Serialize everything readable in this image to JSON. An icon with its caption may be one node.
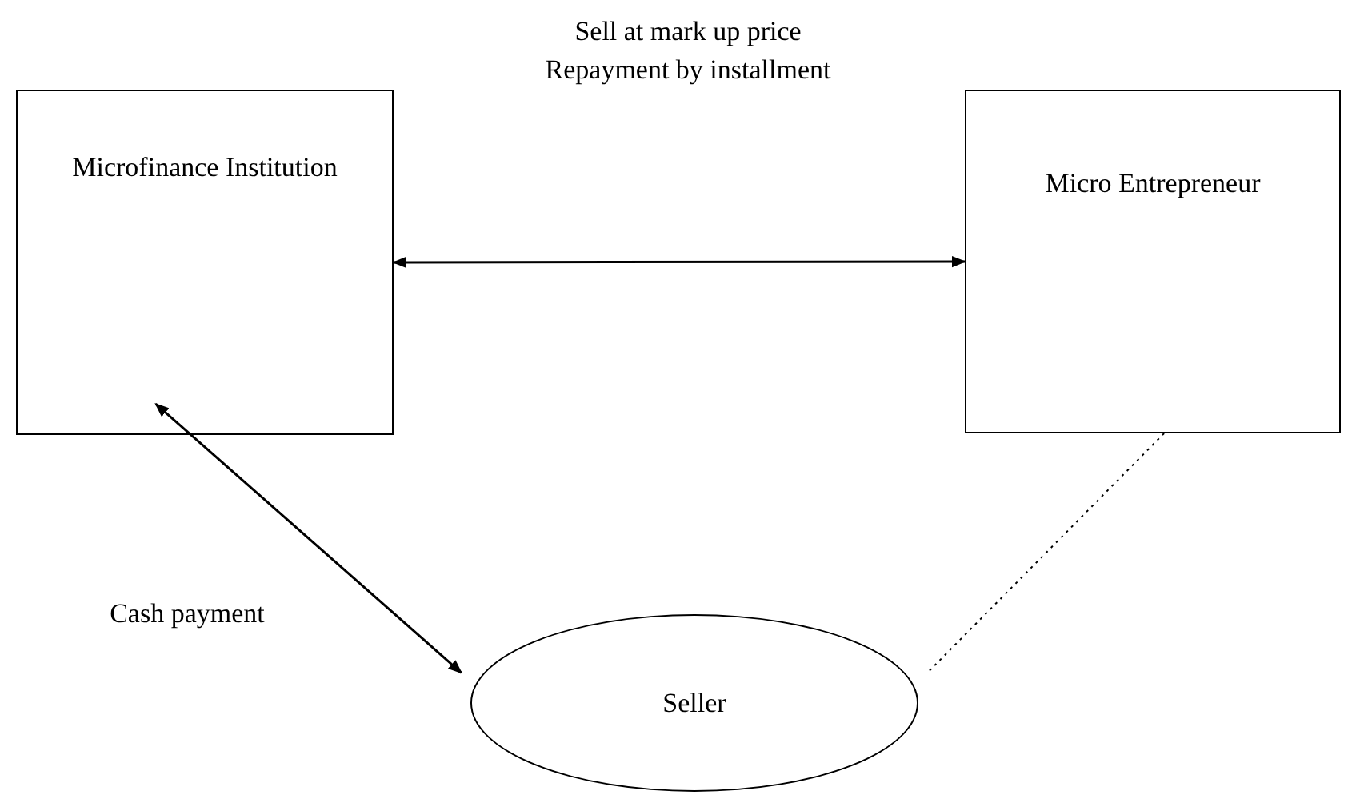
{
  "diagram": {
    "nodes": [
      {
        "text": [
          "Microfinance Institution"
        ]
      },
      {
        "text": [
          "Micro Entrepreneur"
        ]
      },
      {
        "text": [
          "Seller"
        ]
      }
    ],
    "edges": [
      {
        "from": 0,
        "to": 1,
        "arrow": "both"
      },
      {
        "from": 0,
        "to": 2,
        "arrow": "both",
        "label": "Cash payment"
      },
      {
        "from": 1,
        "to": 2,
        "arrow": "none",
        "style": "dashed"
      }
    ],
    "labels": [
      "Sell at mark up price Repayment by installment"
    ]
  }
}
